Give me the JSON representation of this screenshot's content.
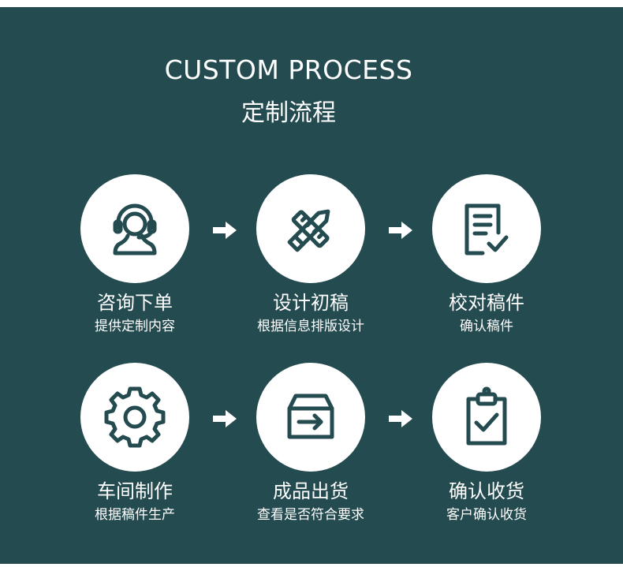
{
  "header": {
    "title_en": "CUSTOM PROCESS",
    "title_cn": "定制流程"
  },
  "steps": [
    {
      "title": "咨询下单",
      "subtitle": "提供定制内容",
      "icon": "customer-service-headset-icon"
    },
    {
      "title": "设计初稿",
      "subtitle": "根据信息排版设计",
      "icon": "pencil-ruler-icon"
    },
    {
      "title": "校对稿件",
      "subtitle": "确认稿件",
      "icon": "document-check-icon"
    },
    {
      "title": "车间制作",
      "subtitle": "根据稿件生产",
      "icon": "gear-icon"
    },
    {
      "title": "成品出货",
      "subtitle": "查看是否符合要求",
      "icon": "box-arrow-icon"
    },
    {
      "title": "确认收货",
      "subtitle": "客户确认收货",
      "icon": "clipboard-check-icon"
    }
  ],
  "colors": {
    "background": "#244b50",
    "circle": "#ffffff",
    "icon": "#244b50",
    "text": "#ffffff"
  }
}
